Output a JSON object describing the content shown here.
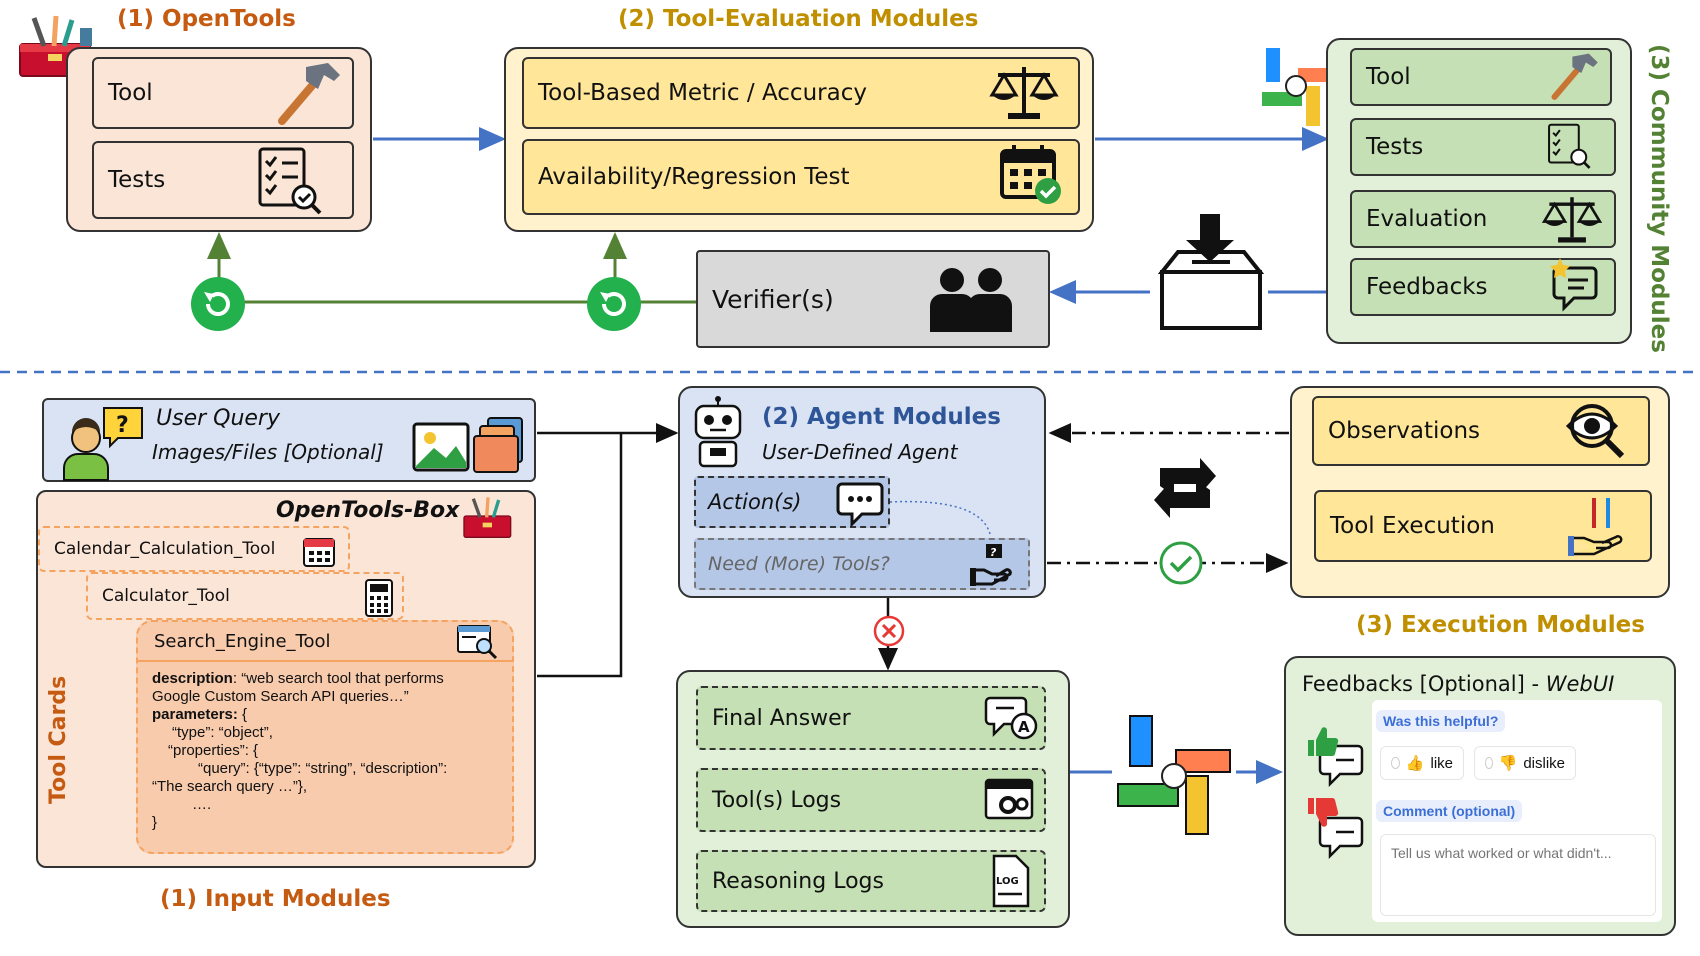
{
  "top": {
    "opentools_title": "(1) OpenTools",
    "tool_eval_title": "(2) Tool-Evaluation Modules",
    "community_title": "(3) Community Modules",
    "opentools_items": [
      "Tool",
      "Tests"
    ],
    "tool_eval_items": [
      "Tool-Based Metric / Accuracy",
      "Availability/Regression Test"
    ],
    "community_items": [
      "Tool",
      "Tests",
      "Evaluation",
      "Feedbacks"
    ],
    "verifier_label": "Verifier(s)"
  },
  "bottom": {
    "input_title": "(1) Input Modules",
    "agent_title": "(2) Agent Modules",
    "agent_subtitle": "User-Defined Agent",
    "execution_title": "(3) Execution Modules",
    "user_query": "User Query",
    "images_files": "Images/Files [Optional]",
    "toolbox_title": "OpenTools-Box",
    "tool_cards_label": "Tool Cards",
    "tool_cards": [
      "Calendar_Calculation_Tool",
      "Calculator_Tool",
      "Search_Engine_Tool"
    ],
    "card_text": {
      "l1_key": "description",
      "l1_val": ": “web search tool that performs",
      "l2": "Google Custom Search API queries…”",
      "l3_key": "parameters:",
      "l3_val": " {",
      "l4": "“type”: “object”,",
      "l5": "“properties”: {",
      "l6": "“query”: {“type”: “string”, “description”:",
      "l7": "“The search query …”},",
      "l8": "….",
      "l9": "}"
    },
    "action_label": "Action(s)",
    "need_tools_label": "Need (More) Tools?",
    "observations_label": "Observations",
    "tool_execution_label": "Tool Execution",
    "outputs": [
      "Final Answer",
      "Tool(s) Logs",
      "Reasoning Logs"
    ],
    "feedback_title": "Feedbacks [Optional] - ",
    "feedback_title_italic": "WebUI",
    "helpful_q": "Was this helpful?",
    "like": "like",
    "dislike": "dislike",
    "comment_label": "Comment (optional)",
    "comment_placeholder": "Tell us what worked or what didn't..."
  },
  "colors": {
    "orange_title": "#c55a11",
    "gold_title": "#bf8f00",
    "green_title": "#548235",
    "blue_title": "#2e5597",
    "arrow_blue": "#4472c4",
    "arrow_green": "#548235"
  }
}
